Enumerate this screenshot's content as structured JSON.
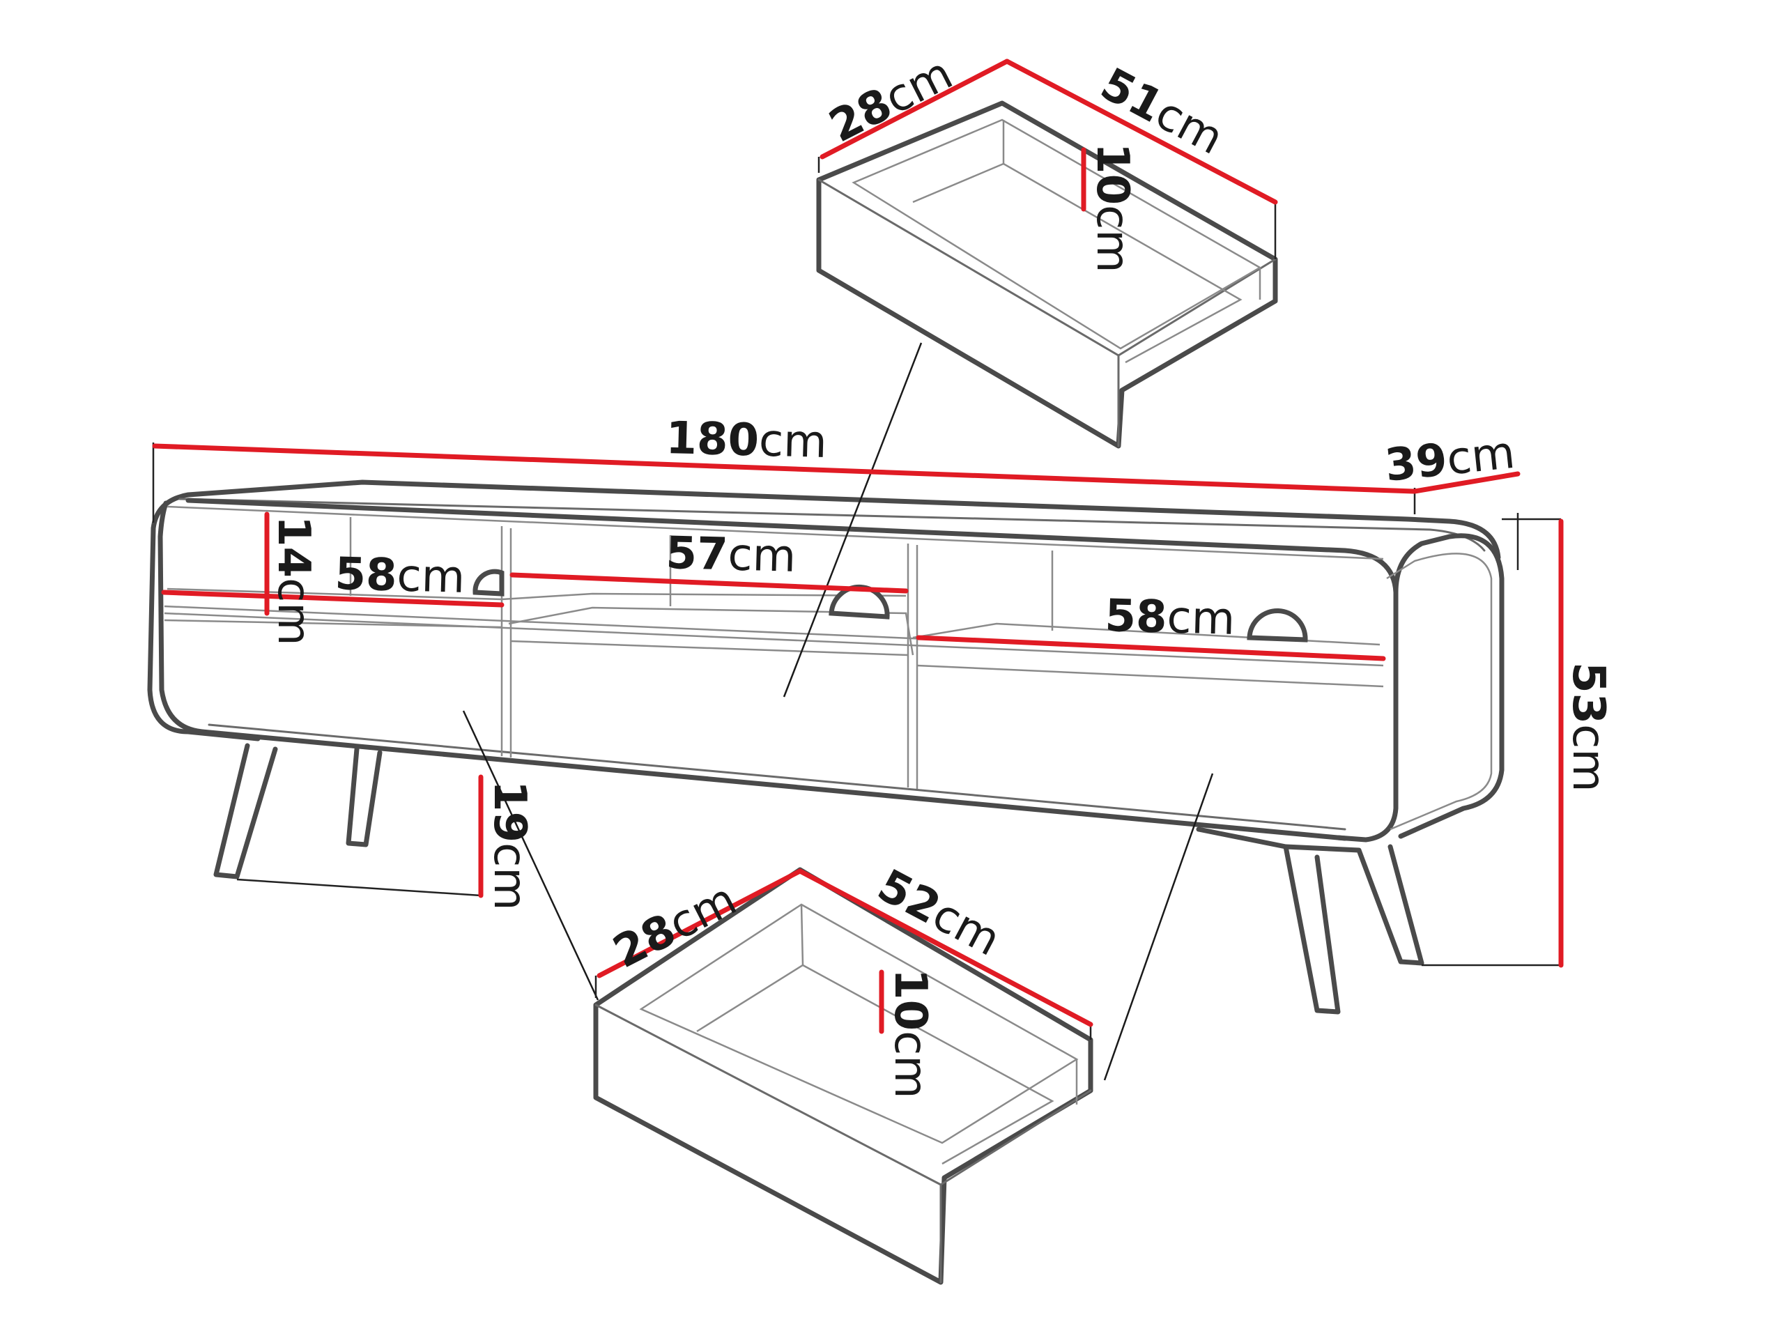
{
  "colors": {
    "dimension": "#e01b24",
    "outline": "#4a4a4a",
    "text": "#1a1a1a"
  },
  "unit": "cm",
  "labels": {
    "top_drawer_width": {
      "num": "28",
      "unit": "cm"
    },
    "top_drawer_depth": {
      "num": "51",
      "unit": "cm"
    },
    "top_drawer_height": {
      "num": "10",
      "unit": "cm"
    },
    "total_length": {
      "num": "180",
      "unit": "cm"
    },
    "total_depth": {
      "num": "39",
      "unit": "cm"
    },
    "total_height": {
      "num": "53",
      "unit": "cm"
    },
    "shelf_height": {
      "num": "14",
      "unit": "cm"
    },
    "shelf_left": {
      "num": "58",
      "unit": "cm"
    },
    "shelf_middle": {
      "num": "57",
      "unit": "cm"
    },
    "shelf_right": {
      "num": "58",
      "unit": "cm"
    },
    "leg_height": {
      "num": "19",
      "unit": "cm"
    },
    "bottom_drawer_width": {
      "num": "28",
      "unit": "cm"
    },
    "bottom_drawer_depth": {
      "num": "52",
      "unit": "cm"
    },
    "bottom_drawer_height": {
      "num": "10",
      "unit": "cm"
    }
  }
}
